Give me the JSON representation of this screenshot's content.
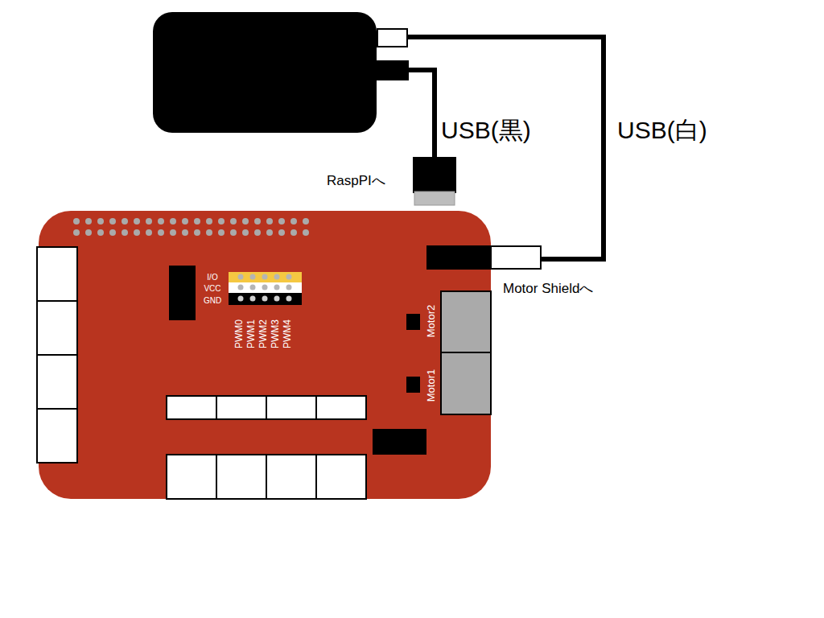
{
  "diagram": {
    "labels": [
      "USB(黒)",
      "USB(白)",
      "RaspPIへ",
      "Motor Shieldへ",
      "I/O",
      "VCC",
      "GND",
      "PWM0",
      "PWM1",
      "PWM2",
      "PWM3",
      "PWM4",
      "Motor2",
      "Motor1"
    ]
  }
}
